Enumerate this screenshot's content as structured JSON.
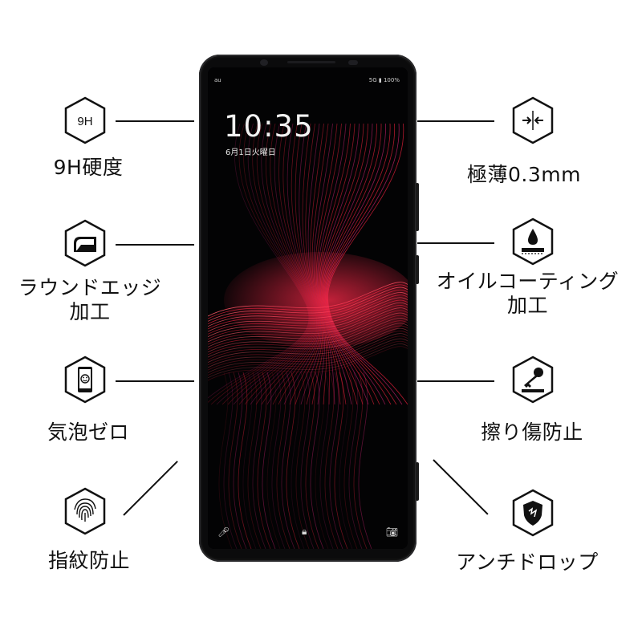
{
  "phone": {
    "carrier": "au",
    "status_right": "5G ▮ 100%",
    "time": "10:35",
    "date": "6月1日火曜日"
  },
  "features": {
    "hardness": {
      "icon_text": "9H",
      "label": "9H硬度"
    },
    "thin": {
      "label": "極薄0.3mm"
    },
    "round_edge": {
      "label_line1": "ラウンドエッジ",
      "label_line2": "加工"
    },
    "oil_coating": {
      "label_line1": "オイルコーティング",
      "label_line2": "加工"
    },
    "bubble_free": {
      "label": "気泡ゼロ"
    },
    "scratch": {
      "label": "擦り傷防止"
    },
    "fingerprint": {
      "label": "指紋防止"
    },
    "drop": {
      "label": "アンチドロップ"
    }
  },
  "icons": [
    "9h-icon",
    "thin-arrows-icon",
    "round-edge-icon",
    "oil-drop-icon",
    "smiley-phone-icon",
    "key-scratch-icon",
    "fingerprint-icon",
    "shield-icon"
  ],
  "colors": {
    "wallpaper_red": "#e0203a",
    "wallpaper_magenta": "#c0206a",
    "phone_body": "#0b0b0c"
  }
}
